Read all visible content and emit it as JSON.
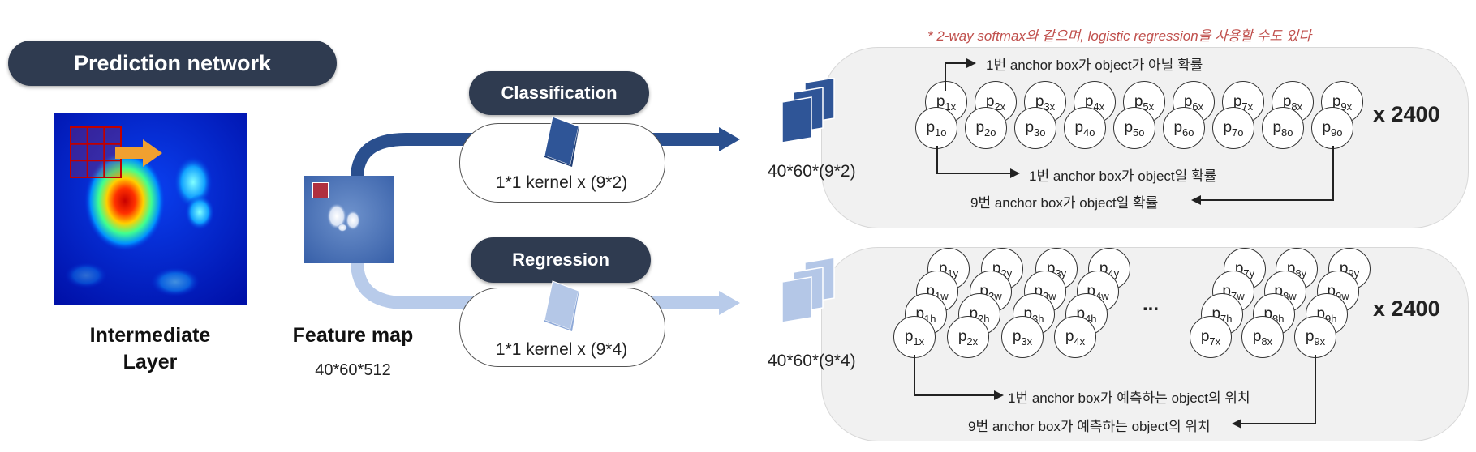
{
  "title": "Prediction network",
  "footnote": "* 2-way softmax와 같으며, logistic regression을 사용할 수도 있다",
  "intermediate_label": "Intermediate\nLayer",
  "feature_map": {
    "label": "Feature map",
    "dims": "40*60*512"
  },
  "classification": {
    "title": "Classification",
    "kernel": "1*1 kernel x (9*2)",
    "output_dims": "40*60*(9*2)",
    "multiplier": "x 2400",
    "top_labels": [
      "p1x",
      "p2x",
      "p3x",
      "p4x",
      "p5x",
      "p6x",
      "p7x",
      "p8x",
      "p9x"
    ],
    "bottom_labels": [
      "p1o",
      "p2o",
      "p3o",
      "p4o",
      "p5o",
      "p6o",
      "p7o",
      "p8o",
      "p9o"
    ],
    "note_not_object": "1번 anchor box가 object가 아닐 확률",
    "note_object_1": "1번 anchor box가 object일 확률",
    "note_object_9": "9번 anchor box가 object일 확률",
    "colors": {
      "arrow": "#2a4f8e",
      "cube": "#2f5597"
    }
  },
  "regression": {
    "title": "Regression",
    "kernel": "1*1 kernel x (9*4)",
    "output_dims": "40*60*(9*4)",
    "multiplier": "x 2400",
    "ellipsis": "...",
    "front_labels": [
      "p1x",
      "p2x",
      "p3x",
      "p4x",
      "p7x",
      "p8x",
      "p9x"
    ],
    "layer_labels": [
      "p1y",
      "p1w",
      "p1h",
      "p2y",
      "p2w",
      "p2h",
      "p3y",
      "p3w",
      "p3h",
      "p4y",
      "p4w",
      "p4h",
      "p7y",
      "p7w",
      "p7h",
      "p8y",
      "p8w",
      "p8h",
      "p9y",
      "p9w",
      "p9h"
    ],
    "note_pos_1": "1번 anchor box가 예측하는 object의 위치",
    "note_pos_9": "9번 anchor box가 예측하는 object의 위치",
    "colors": {
      "arrow": "#b8cbea",
      "cube": "#b4c7e7"
    }
  },
  "colors": {
    "title_pill": "#2f3b50",
    "panel": "#f1f1f1",
    "footnote": "#c0504d",
    "grid": "#c00000",
    "map_arrow": "#f0a030"
  }
}
